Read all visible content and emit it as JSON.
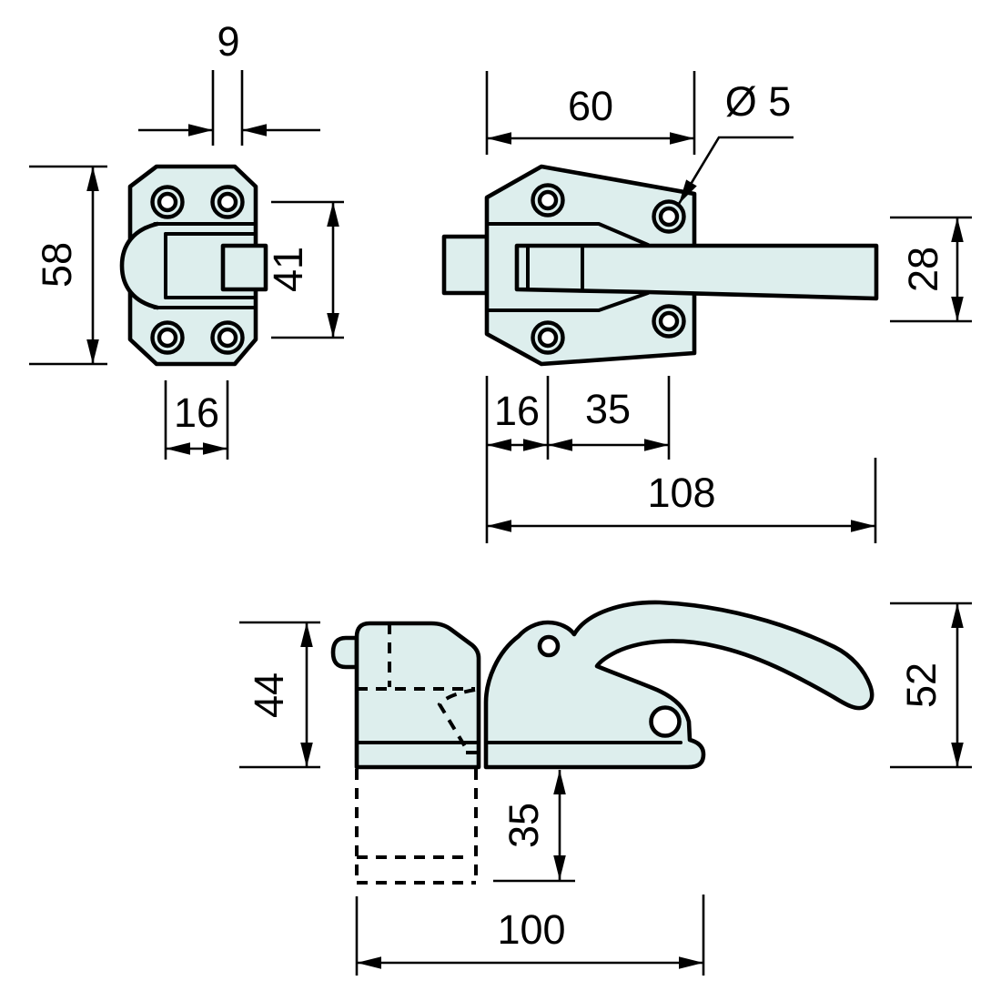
{
  "title": "Technical drawing - door latch with handle, three views",
  "colors": {
    "part_fill": "#ddeeed",
    "line": "#000000",
    "background": "#ffffff"
  },
  "views": {
    "keeper_front": {
      "dims": {
        "top_width": "9",
        "plate_height": "58",
        "hole_spacing_v": "41",
        "hole_spacing_h": "16"
      }
    },
    "latch_top": {
      "dims": {
        "body_width": "60",
        "hole_diameter": "Ø 5",
        "handle_width": "28",
        "edge_to_hole": "16",
        "hole_to_hole": "35",
        "overall_length": "108"
      }
    },
    "latch_side": {
      "dims": {
        "block_height": "44",
        "overall_height": "52",
        "tongue_drop": "35",
        "base_length": "100"
      }
    }
  }
}
